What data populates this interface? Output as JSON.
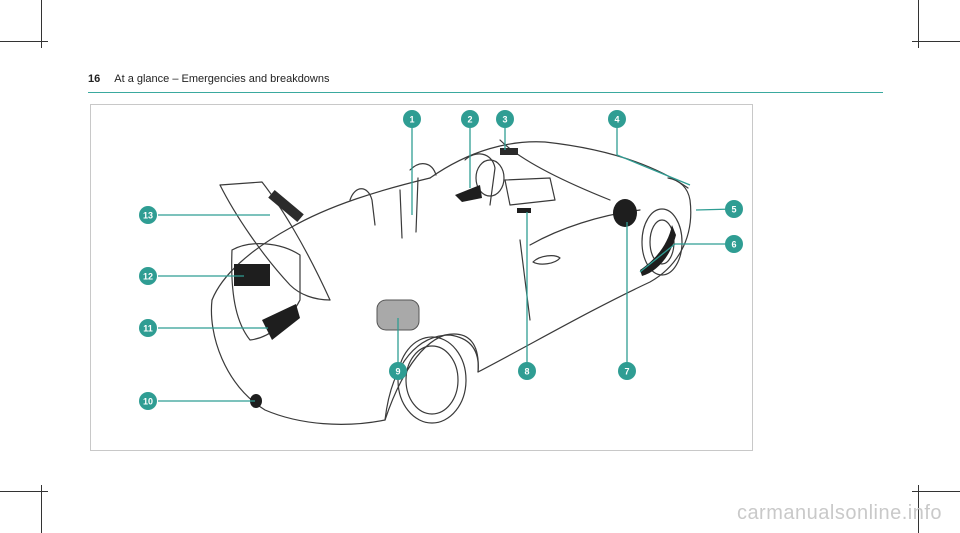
{
  "header": {
    "page_number": "16",
    "title": "At a glance – Emergencies and breakdowns"
  },
  "callouts": [
    "1",
    "2",
    "3",
    "4",
    "5",
    "6",
    "7",
    "8",
    "9",
    "10",
    "11",
    "12",
    "13"
  ],
  "watermark": "carmanualsonline.info",
  "colors": {
    "accent": "#3aa99f",
    "callout_fill": "#2f9d93"
  }
}
